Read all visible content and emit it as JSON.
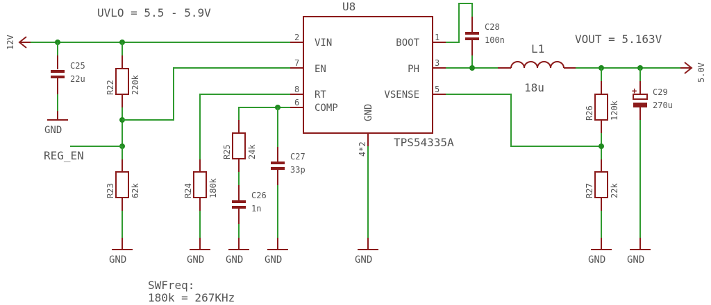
{
  "annotations": {
    "uvlo": "UVLO = 5.5 - 5.9V",
    "vout": "VOUT = 5.163V",
    "swfreq_line1": "SWFreq:",
    "swfreq_line2": "180k = 267KHz"
  },
  "ic": {
    "ref": "U8",
    "part": "TPS54335A",
    "gnd_label": "GND",
    "gnd_pin": "4*2",
    "pins_left": [
      {
        "num": "2",
        "name": "VIN"
      },
      {
        "num": "7",
        "name": "EN"
      },
      {
        "num": "8",
        "name": "RT"
      },
      {
        "num": "6",
        "name": "COMP"
      }
    ],
    "pins_right": [
      {
        "num": "1",
        "name": "BOOT"
      },
      {
        "num": "3",
        "name": "PH"
      },
      {
        "num": "5",
        "name": "VSENSE"
      }
    ]
  },
  "nets": {
    "input": "12V",
    "output": "5.0V",
    "enable": "REG_EN",
    "ground": "GND"
  },
  "components": {
    "C25": {
      "ref": "C25",
      "value": "22u"
    },
    "R22": {
      "ref": "R22",
      "value": "220k"
    },
    "R23": {
      "ref": "R23",
      "value": "62k"
    },
    "R24": {
      "ref": "R24",
      "value": "180k"
    },
    "R25": {
      "ref": "R25",
      "value": "24k"
    },
    "C26": {
      "ref": "C26",
      "value": "1n"
    },
    "C27": {
      "ref": "C27",
      "value": "33p"
    },
    "C28": {
      "ref": "C28",
      "value": "100n"
    },
    "L1": {
      "ref": "L1",
      "value": "18u"
    },
    "R26": {
      "ref": "R26",
      "value": "120k"
    },
    "R27": {
      "ref": "R27",
      "value": "22k"
    },
    "C29": {
      "ref": "C29",
      "value": "270u",
      "polarity": "+"
    }
  }
}
